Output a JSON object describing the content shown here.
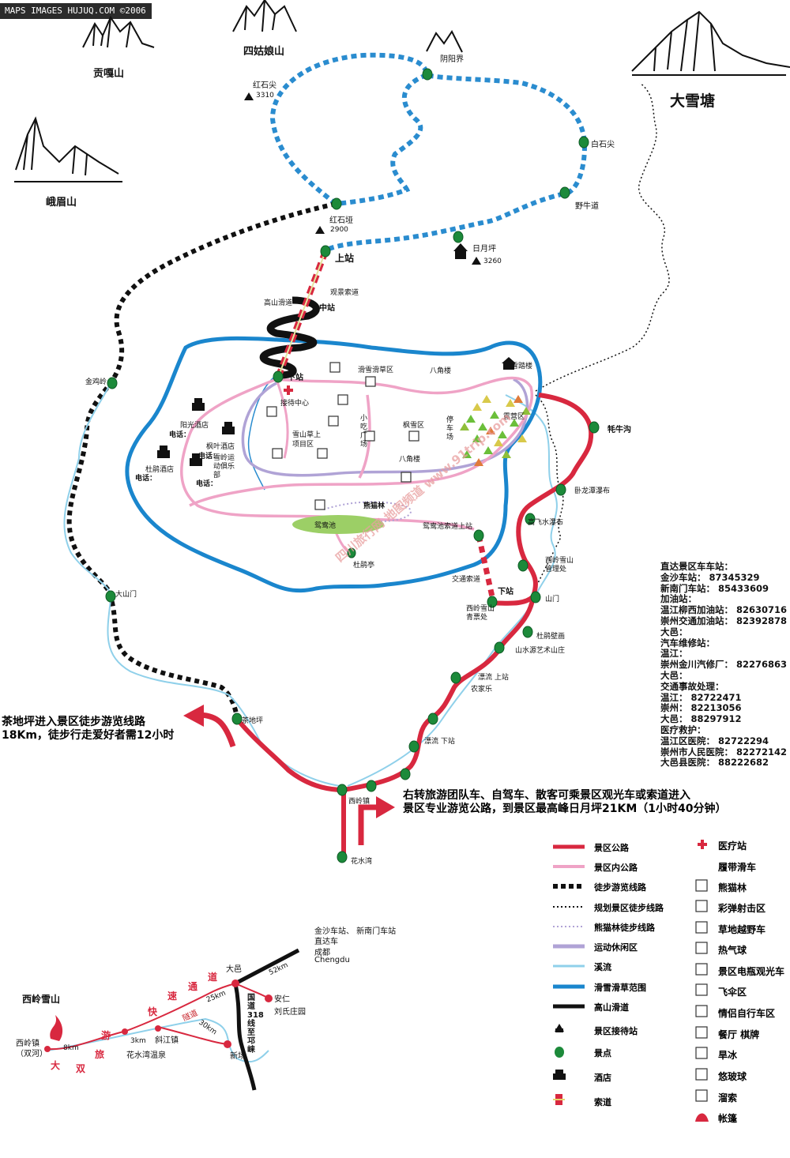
{
  "watermark": "MAPS IMAGES HUJUQ.COM ©2006",
  "watermark2": "四川旅行网 地图频道 www.91trip.com",
  "mountains": [
    "贡嘎山",
    "四姑娘山",
    "大雪塘",
    "峨眉山"
  ],
  "peaks": [
    {
      "name": "红石尖",
      "elevation": "3310"
    },
    {
      "name": "红石垭",
      "elevation": "2900"
    },
    {
      "name": "日月坪",
      "elevation": "3260"
    }
  ],
  "places": {
    "yinyangjie": "阴阳界",
    "baishijian": "白石尖",
    "yeniudao": "野牛道",
    "shangzhan": "上站",
    "guanjing": "观景索道",
    "gaoshan_hua": "高山滑道",
    "zhongzhan": "中站",
    "xiazhan": "下站",
    "jiedai": "接待中心",
    "huaxue": "滑雪滑草区",
    "bajiaolou": "八角楼",
    "xueshanlou": "雪踏楼",
    "yangguang": "阳光酒店",
    "fengye": "枫叶酒店",
    "xuelingyundong": "雪岭运动俱乐部",
    "dujuan": "杜鹃酒店",
    "dianhua": "电话：",
    "xueshancao": "雪山草上项目区",
    "xiaochi": "小吃广场",
    "fengxue": "枫雪区",
    "bajiaolou2": "八角楼",
    "tingche": "停车场",
    "luying": "露营区",
    "xiongmao": "熊猫林",
    "yuanyangchi": "鸳鸯池",
    "yuanyangsuodao": "鸳鸯池索道上站",
    "duijuanting": "杜鹃亭",
    "jiaotong": "交通索道",
    "xiazhan2": "下站",
    "xilingxueshan_guanli": "西岭雪山管理处",
    "xilingxueshan_qing": "西岭雪山青票处",
    "shanmen": "山门",
    "maoniugou": "牦牛沟",
    "wolongtan": "卧龙潭瀑布",
    "gaofei": "高飞水瀑布",
    "dujuan_bihua": "杜鹃壁画",
    "shanshui": "山水源艺术山庄",
    "piaoliu_shang": "漂流 上站",
    "nongjiale": "农家乐",
    "piaoliu_xia": "漂流 下站",
    "jinjijing": "金鸡岭",
    "dashanmen": "大山门",
    "chadiping": "茶地坪",
    "xiling": "西岭镇",
    "huashuiwan": "花水湾"
  },
  "info_lines": [
    "直达景区车车站：",
    "金沙车站：  87345329",
    "新南门车站：  85433609",
    "加油站：",
    "温江柳西加油站：  82630716",
    "崇州交通加油站：  82392878",
    "大邑：",
    "汽车维修站：",
    "温江：",
    "崇州金川汽修厂：  82276863",
    "大邑：",
    "交通事故处理：",
    "温江：  82722471",
    "崇州：  82213056",
    "大邑：  88297912",
    "医疗救护：",
    "温江区医院：  82722294",
    "崇州市人民医院：  82272142",
    "大邑县医院：  88222682"
  ],
  "notes": {
    "left_1": "茶地坪进入景区徒步游览线路",
    "left_2": "18Km，徒步行走爱好者需12小时",
    "right_1": "右转旅游团队车、自驾车、散客可乘景区观光车或索道进入",
    "right_2": "景区专业游览公路，到景区最高峰日月坪21KM（1小时40分钟）"
  },
  "legend_left": [
    {
      "label": "景区公路",
      "style": "red"
    },
    {
      "label": "景区内公路",
      "style": "pink"
    },
    {
      "label": "徒步游览线路",
      "style": "blackdash"
    },
    {
      "label": "规划景区徒步线路",
      "style": "dotted"
    },
    {
      "label": "熊猫林徒步线路",
      "style": "lavdot"
    },
    {
      "label": "运动休闲区",
      "style": "lavender"
    },
    {
      "label": "溪流",
      "style": "lightblue"
    },
    {
      "label": "滑雪滑草范围",
      "style": "blue"
    },
    {
      "label": "高山滑道",
      "style": "black"
    },
    {
      "label": "景区接待站",
      "style": "reception-icon"
    },
    {
      "label": "景点",
      "style": "dot-icon"
    },
    {
      "label": "酒店",
      "style": "hotel-icon"
    },
    {
      "label": "索道",
      "style": "cable-icon"
    }
  ],
  "legend_right": [
    {
      "label": "医疗站",
      "icon": "medical-icon"
    },
    {
      "label": "履带滑车",
      "icon": "track-sled-icon"
    },
    {
      "label": "熊猫林",
      "icon": "panda-icon"
    },
    {
      "label": "彩弹射击区",
      "icon": "paintball-icon"
    },
    {
      "label": "草地越野车",
      "icon": "atv-icon"
    },
    {
      "label": "热气球",
      "icon": "balloon-icon"
    },
    {
      "label": "景区电瓶观光车",
      "icon": "tram-icon"
    },
    {
      "label": "飞伞区",
      "icon": "paraglide-icon"
    },
    {
      "label": "情侣自行车区",
      "icon": "bike-icon"
    },
    {
      "label": "餐厅 棋牌",
      "icon": "restaurant-icon"
    },
    {
      "label": "旱冰",
      "icon": "skate-icon"
    },
    {
      "label": "悠玻球",
      "icon": "zorb-icon"
    },
    {
      "label": "溜索",
      "icon": "zipline-icon"
    },
    {
      "label": "帐篷",
      "icon": "tent-icon"
    }
  ],
  "inset": {
    "top_label_1": "金沙车站、 新南门车站",
    "top_label_2": "直达车",
    "chengdu": "成都",
    "chengdu_en": "Chengdu",
    "dayi": "大邑",
    "anren": "安仁",
    "liushi": "刘氏庄园",
    "km52": "52km",
    "km25": "25km",
    "km30": "30km",
    "km3": "3km",
    "km8": "8km",
    "xiangjiang": "斜江镇",
    "huashuiwan": "花水湾温泉",
    "xinchang": "新场",
    "xiling_big": "西岭雪山",
    "xiling_town": "西岭镇",
    "shuanghe": "（双河）",
    "hwy": "国道318线至邛崃",
    "route_chars": [
      "大",
      "双",
      "旅",
      "游",
      "快",
      "速",
      "通",
      "道"
    ],
    "sidelabel": "隧道"
  }
}
